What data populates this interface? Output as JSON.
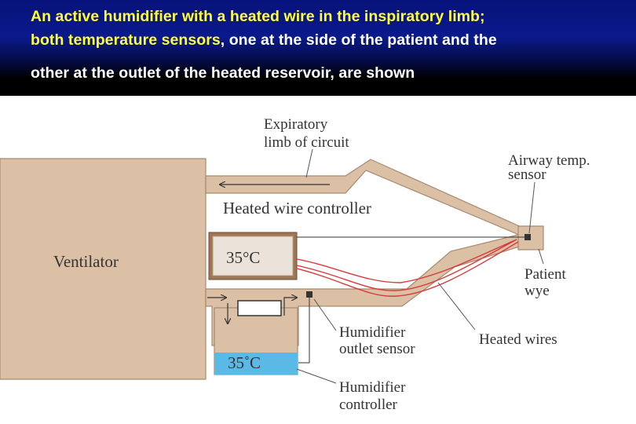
{
  "caption": {
    "line1": "An active humidifier with a heated wire in the inspiratory limb;",
    "line2_yellow": "both temperature sensors",
    "line2_white": ", one at the side of the patient and the",
    "line3": "other at the outlet of the heated reservoir, are shown"
  },
  "diagram": {
    "ventilator_label": "Ventilator",
    "heated_wire_controller_label": "Heated wire controller",
    "heated_wire_controller_temp": "35°C",
    "humidifier_temp": "35˚C",
    "expiratory_limb_label": [
      "Expiratory",
      "limb of circuit"
    ],
    "airway_temp_sensor_label": [
      "Airway temp.",
      "sensor"
    ],
    "patient_wye_label": [
      "Patient",
      "wye"
    ],
    "humidifier_outlet_sensor_label": [
      "Humidifier",
      "outlet sensor"
    ],
    "heated_wires_label": "Heated wires",
    "humidifier_controller_label": [
      "Humidifier",
      "controller"
    ]
  },
  "colors": {
    "title_text": "#ffff33",
    "title_background": "#0a1a8c",
    "tan": "#dcc0a6",
    "tan_border": "#a68a70",
    "controller_box": "#9e7557",
    "water": "#5bb9e6",
    "heated_wire": "#d63b3b"
  }
}
